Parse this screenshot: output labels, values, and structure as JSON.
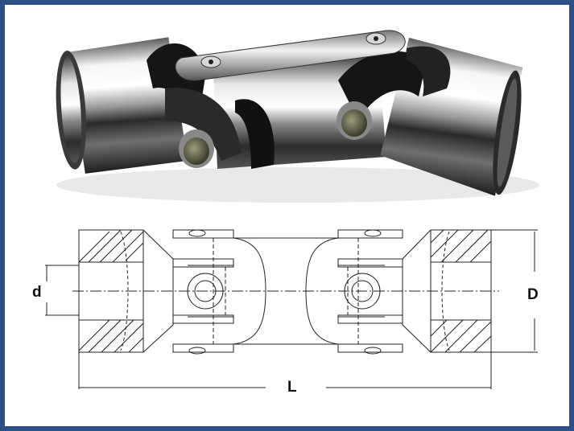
{
  "frame_color": "#2c4f86",
  "photo": {
    "icon": "double-universal-joint-photo",
    "metal_light": "#f4f4f4",
    "metal_dark": "#1a1a1a"
  },
  "drawing": {
    "icon": "double-universal-joint-technical-drawing",
    "labels": {
      "bore": "d",
      "outer_diameter": "D",
      "length": "L"
    }
  }
}
